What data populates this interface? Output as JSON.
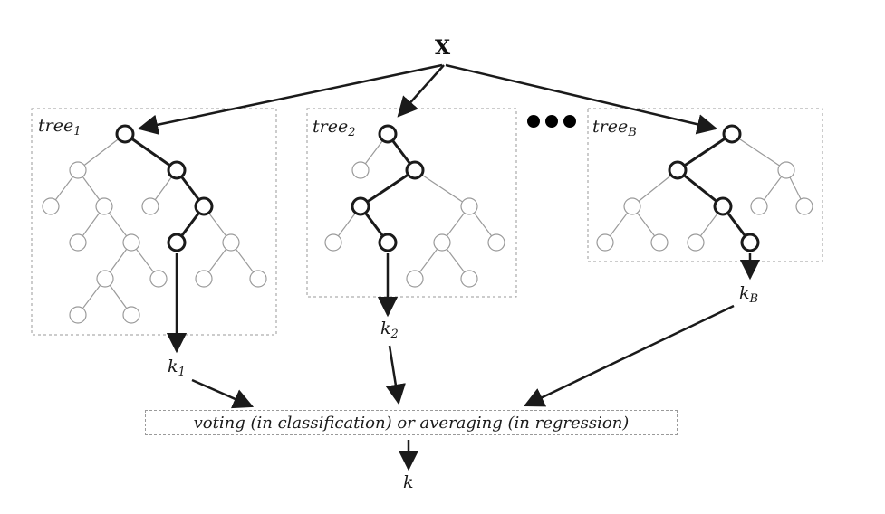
{
  "input_label": "X",
  "trees": [
    {
      "name": "tree",
      "sub": "1",
      "output_name": "k",
      "output_sub": "1"
    },
    {
      "name": "tree",
      "sub": "2",
      "output_name": "k",
      "output_sub": "2"
    },
    {
      "name": "tree",
      "sub": "B",
      "output_name": "k",
      "output_sub": "B"
    }
  ],
  "combiner_text": "voting (in classification) or averaging (in regression)",
  "final_output": "k",
  "colors": {
    "line": "#1a1a1a",
    "thin_node": "#9a9a9a",
    "box_border": "#9a9a9a"
  }
}
